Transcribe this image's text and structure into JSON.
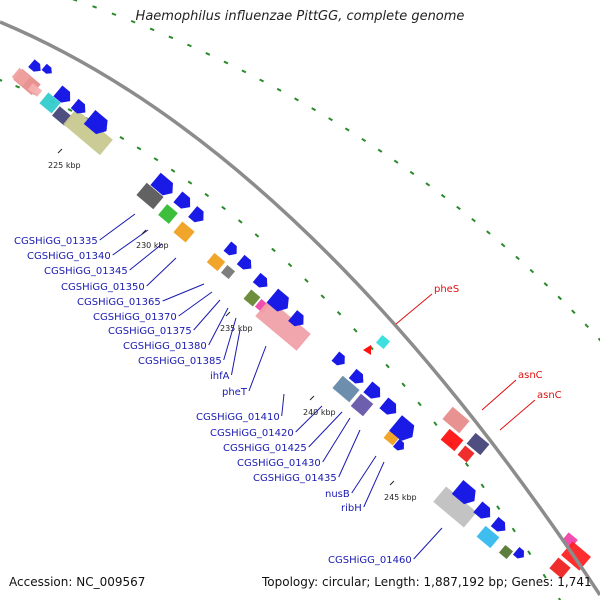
{
  "title": "Haemophilus influenzae PittGG, complete genome",
  "footer": {
    "accession": "Accession: NC_009567",
    "stats": "Topology: circular; Length: 1,887,192 bp; Genes: 1,741"
  },
  "colors": {
    "backbone": "#8c8c8c",
    "tick": "#2a8a2a",
    "label_forward": "#1a1ab0",
    "label_reverse": "#dd1111"
  },
  "ticks": [
    "225 kbp",
    "230 kbp",
    "235 kbp",
    "240 kbp",
    "245 kbp"
  ],
  "blue_labels": [
    "CGSHiGG_01335",
    "CGSHiGG_01340",
    "CGSHiGG_01345",
    "CGSHiGG_01350",
    "CGSHiGG_01365",
    "CGSHiGG_01370",
    "CGSHiGG_01375",
    "CGSHiGG_01380",
    "CGSHiGG_01385",
    "ihfA",
    "pheT",
    "CGSHiGG_01410",
    "CGSHiGG_01420",
    "CGSHiGG_01425",
    "CGSHiGG_01430",
    "CGSHiGG_01435",
    "nusB",
    "ribH",
    "CGSHiGG_01460"
  ],
  "red_labels": [
    "pheS",
    "asnC",
    "asnC"
  ]
}
